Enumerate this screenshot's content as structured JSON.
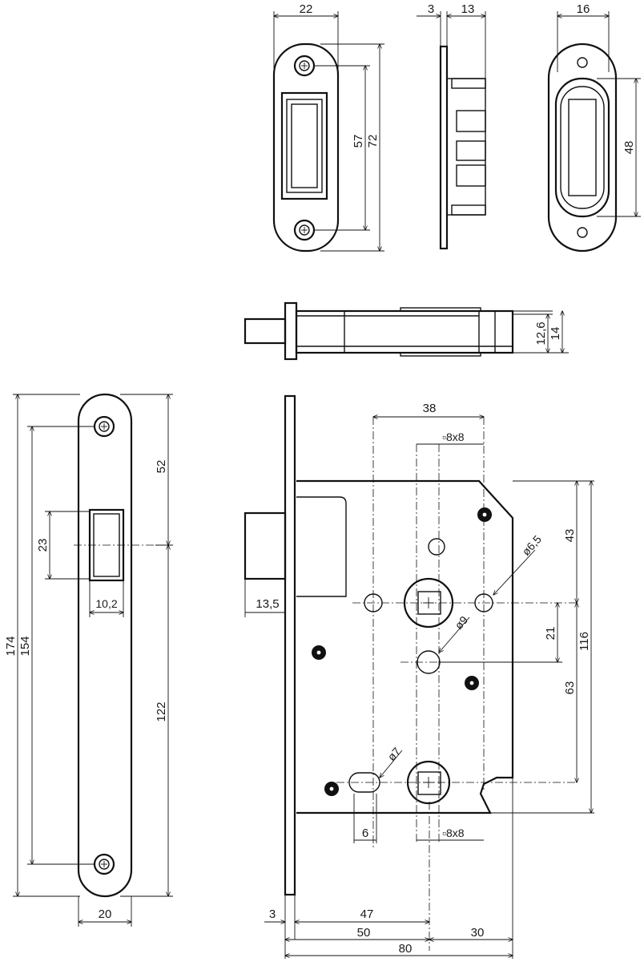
{
  "top_views": {
    "strike_front": {
      "width": "22",
      "hole_distance": "57",
      "height": "72"
    },
    "strike_side": {
      "plate": "3",
      "box": "13"
    },
    "strike_cover": {
      "width": "16",
      "opening": "48"
    }
  },
  "bolt_view": {
    "bolt_height": "12,6",
    "body_height": "14"
  },
  "faceplate": {
    "height": "174",
    "hole_distance": "154",
    "top_to_latch": "52",
    "latch_height": "23",
    "latch_width": "10,2",
    "latch_to_bottom": "122",
    "width": "20"
  },
  "lock_body": {
    "spindle_offset": "38",
    "square_top": "▫8x8",
    "hole_small": "ø6,5",
    "hole_follower": "ø9",
    "slot": "ø7",
    "slot_width": "6",
    "square_bottom": "▫8x8",
    "latch_projection": "13,5",
    "height_top": "43",
    "spindle_to_center": "21",
    "center_to_bottom": "63",
    "body_height": "116",
    "front_plate": "3",
    "backset_bottom": "47",
    "backset": "50",
    "body_rest": "30",
    "body_length": "80"
  }
}
